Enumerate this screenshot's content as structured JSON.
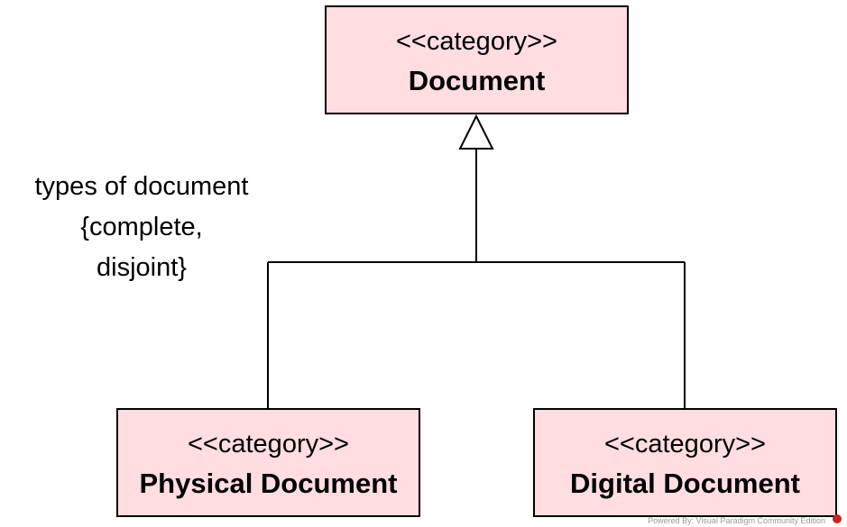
{
  "colors": {
    "class_fill": "#ffdde1",
    "line": "#000000"
  },
  "nodes": {
    "document": {
      "stereotype": "<<category>>",
      "name": "Document"
    },
    "physical": {
      "stereotype": "<<category>>",
      "name": "Physical Document"
    },
    "digital": {
      "stereotype": "<<category>>",
      "name": "Digital Document"
    }
  },
  "constraint": {
    "line1": "types of document",
    "line2": "{complete,",
    "line3": "disjoint}"
  },
  "footer": {
    "text": "Powered By: Visual Paradigm Community Edition",
    "icon": "visual-paradigm-logo-icon"
  }
}
